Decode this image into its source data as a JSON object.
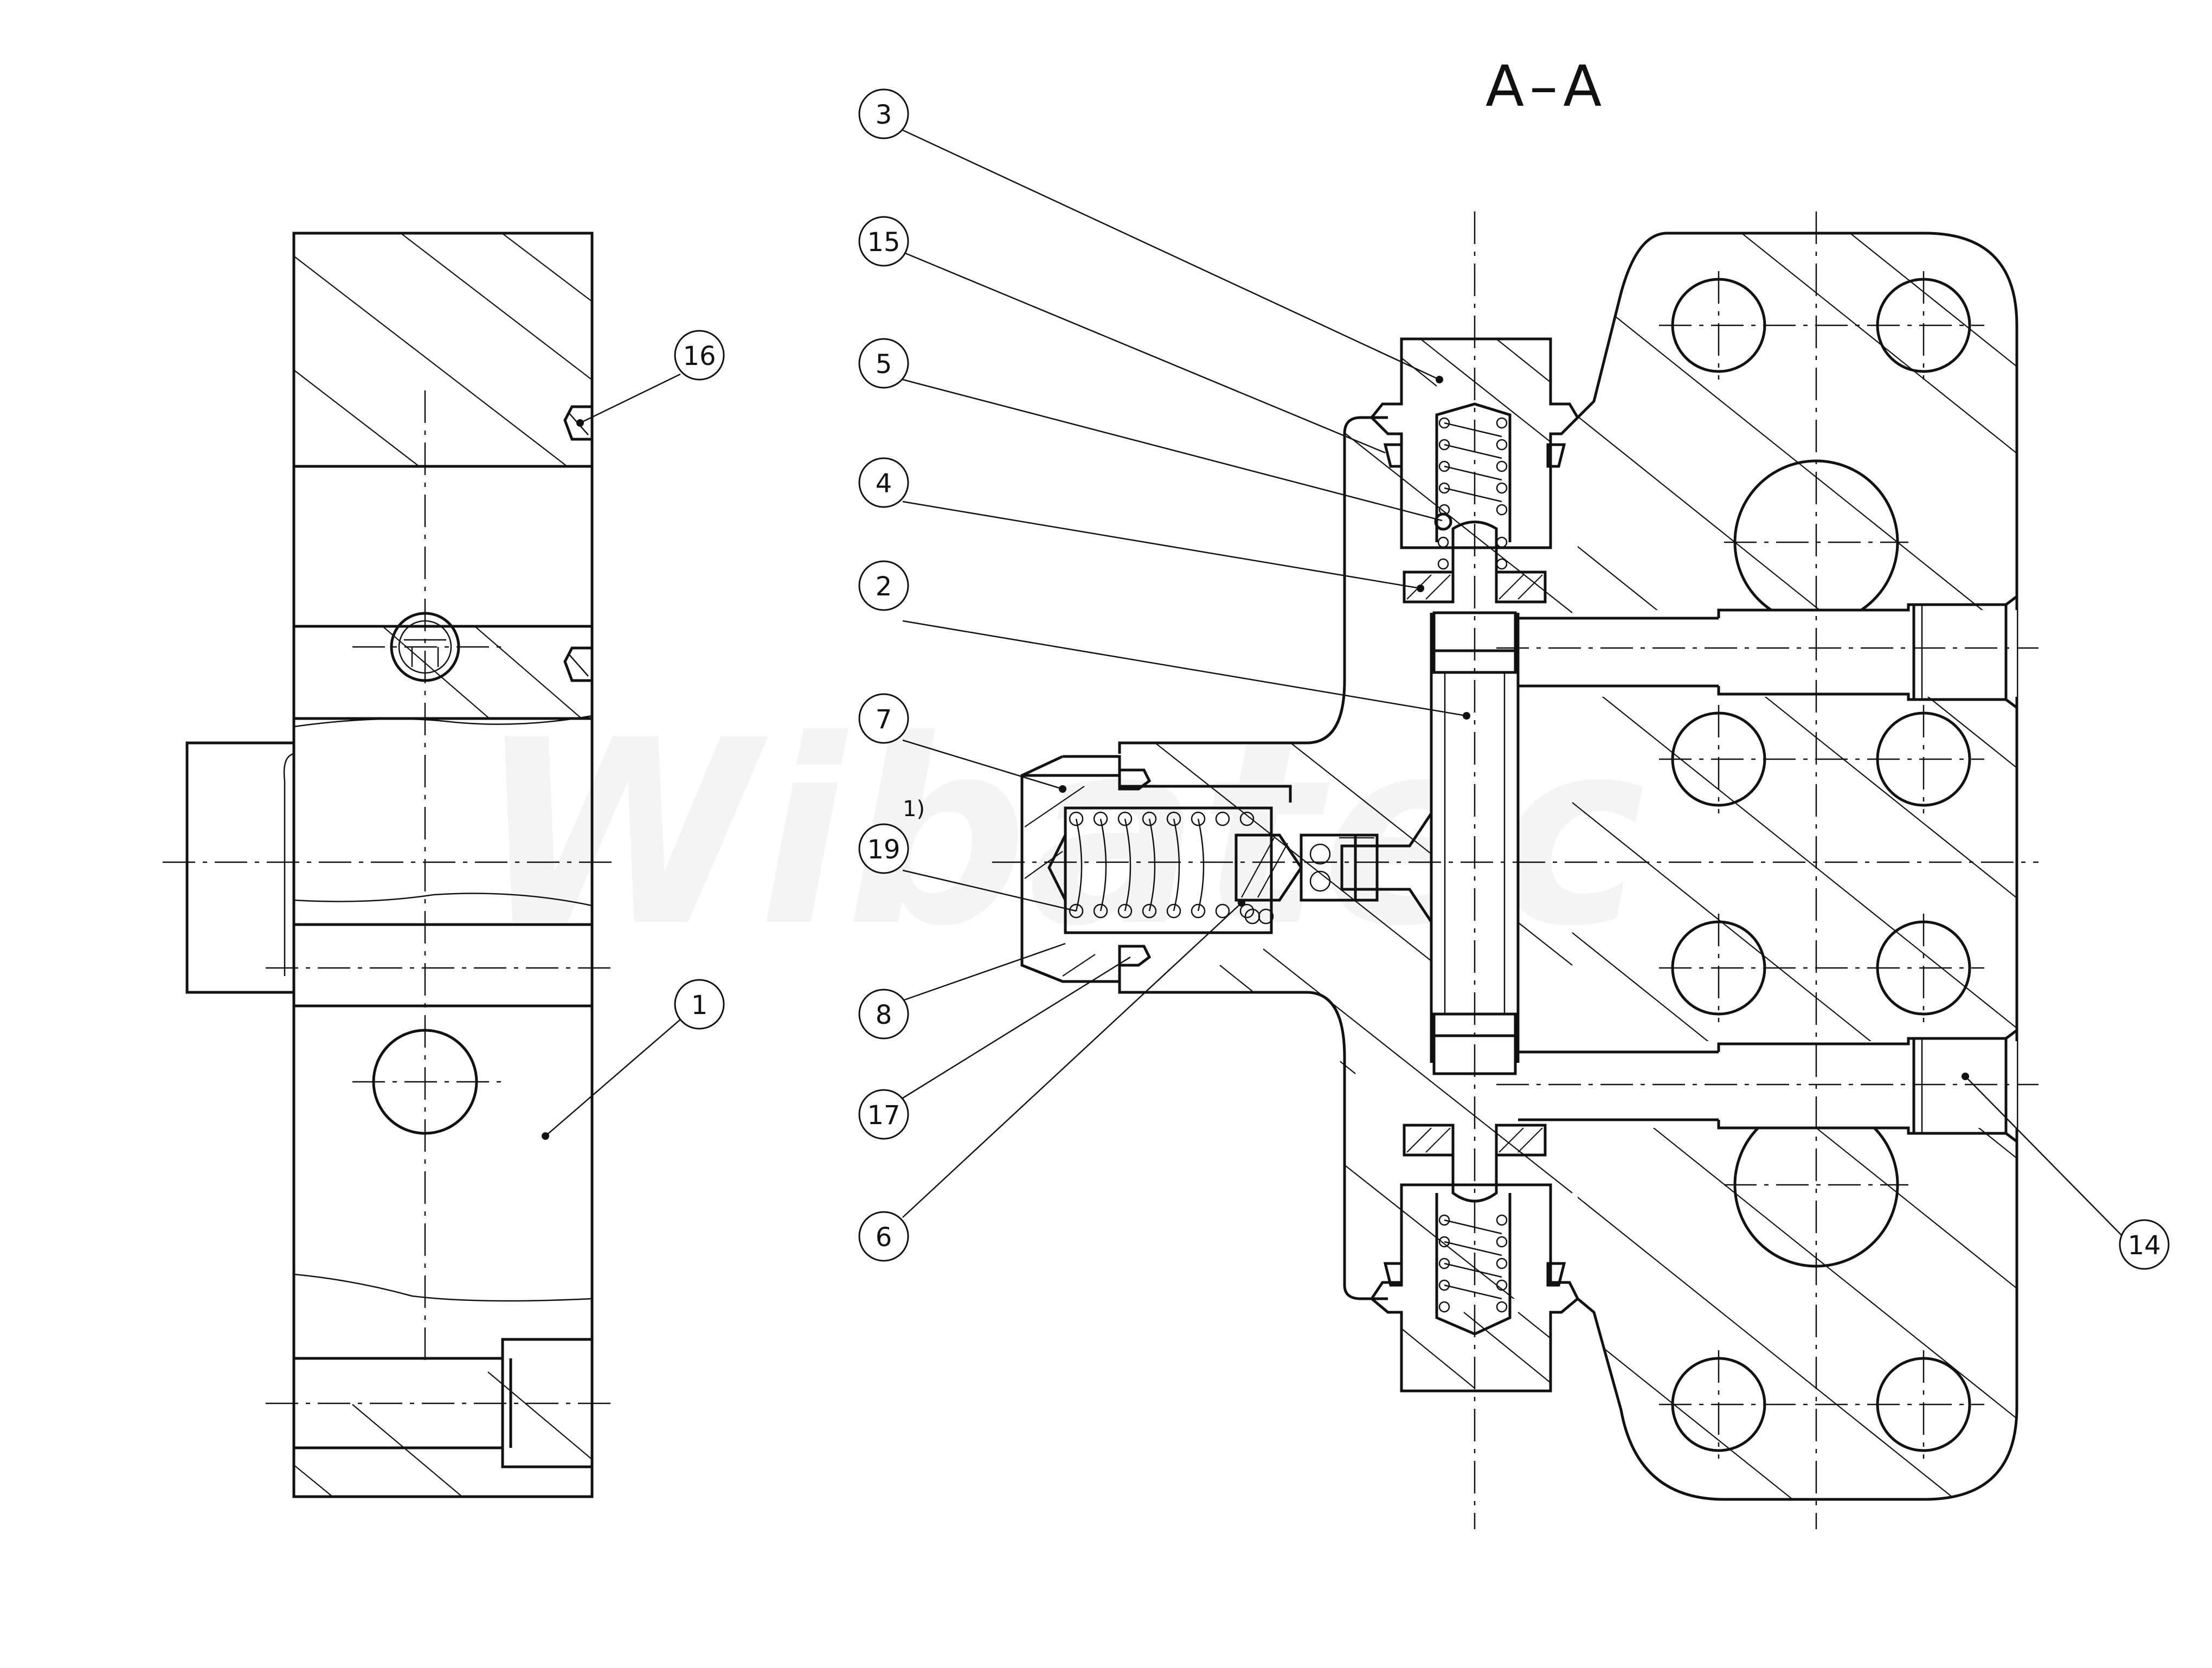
{
  "drawing": {
    "section_title": "A–A",
    "footnote_marker": "1)",
    "watermark_text": "Wibatec"
  },
  "balloons": [
    {
      "id": "b1",
      "label": "1"
    },
    {
      "id": "b2",
      "label": "2"
    },
    {
      "id": "b3",
      "label": "3"
    },
    {
      "id": "b4",
      "label": "4"
    },
    {
      "id": "b5",
      "label": "5"
    },
    {
      "id": "b6",
      "label": "6"
    },
    {
      "id": "b7",
      "label": "7"
    },
    {
      "id": "b8",
      "label": "8"
    },
    {
      "id": "b14",
      "label": "14"
    },
    {
      "id": "b15",
      "label": "15"
    },
    {
      "id": "b16",
      "label": "16"
    },
    {
      "id": "b17",
      "label": "17"
    },
    {
      "id": "b19",
      "label": "19"
    }
  ],
  "colors": {
    "line": "#111111",
    "background": "#ffffff"
  }
}
